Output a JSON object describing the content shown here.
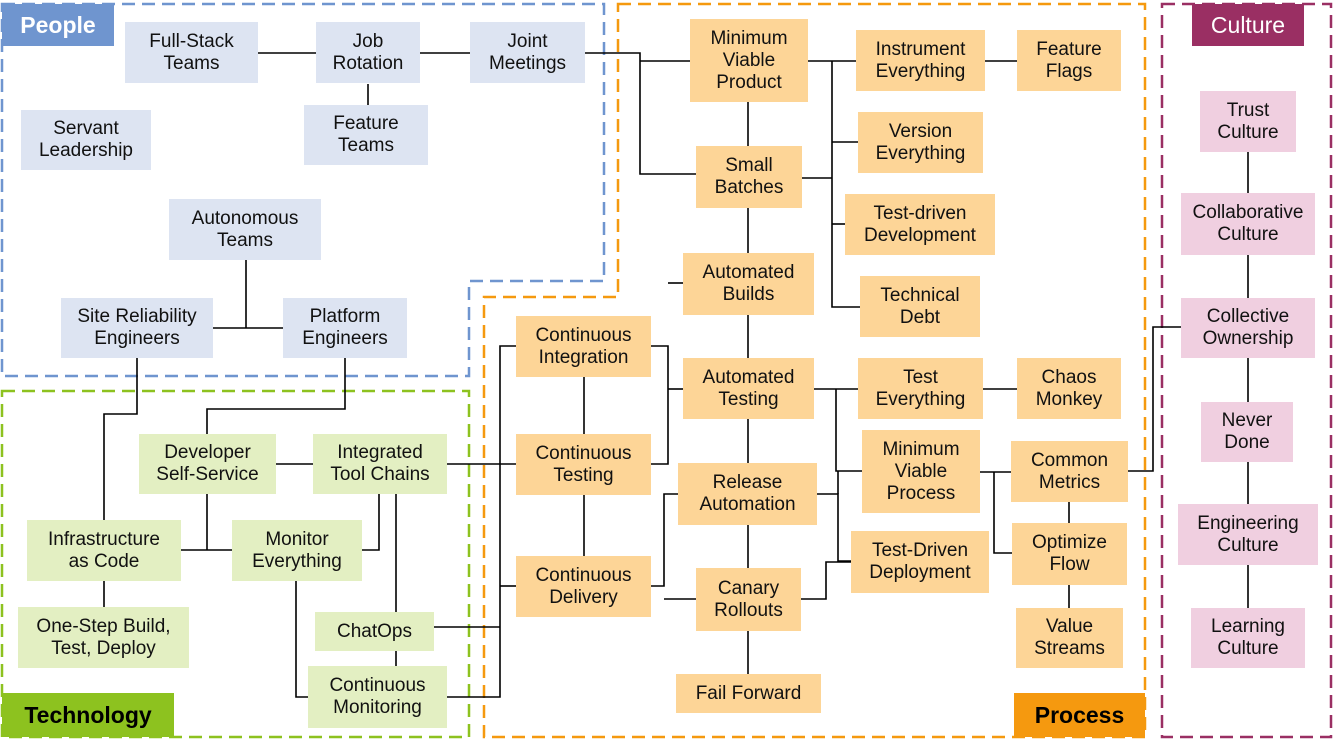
{
  "regions": {
    "people": "People",
    "technology": "Technology",
    "process": "Process",
    "culture": "Culture"
  },
  "colors": {
    "people": "#6f95cf",
    "technology": "#8dc21f",
    "process": "#f5990f",
    "culture": "#9a2f63"
  },
  "nodes": {
    "full_stack_teams": "Full-Stack\nTeams",
    "job_rotation": "Job\nRotation",
    "joint_meetings": "Joint\nMeetings",
    "feature_teams": "Feature\nTeams",
    "servant_leadership": "Servant\nLeadership",
    "autonomous_teams": "Autonomous\nTeams",
    "site_reliability_engineers": "Site Reliability\nEngineers",
    "platform_engineers": "Platform\nEngineers",
    "developer_self_service": "Developer\nSelf-Service",
    "integrated_tool_chains": "Integrated\nTool Chains",
    "infrastructure_as_code": "Infrastructure\nas Code",
    "monitor_everything": "Monitor\nEverything",
    "one_step_build": "One-Step Build,\nTest, Deploy",
    "chatops": "ChatOps",
    "continuous_monitoring": "Continuous\nMonitoring",
    "minimum_viable_product": "Minimum\nViable\nProduct",
    "small_batches": "Small\nBatches",
    "automated_builds": "Automated\nBuilds",
    "automated_testing": "Automated\nTesting",
    "release_automation": "Release\nAutomation",
    "canary_rollouts": "Canary\nRollouts",
    "fail_forward": "Fail Forward",
    "continuous_integration": "Continuous\nIntegration",
    "continuous_testing": "Continuous\nTesting",
    "continuous_delivery": "Continuous\nDelivery",
    "instrument_everything": "Instrument\nEverything",
    "feature_flags": "Feature\nFlags",
    "version_everything": "Version\nEverything",
    "test_driven_development": "Test-driven\nDevelopment",
    "technical_debt": "Technical\nDebt",
    "test_everything": "Test\nEverything",
    "chaos_monkey": "Chaos\nMonkey",
    "minimum_viable_process": "Minimum\nViable\nProcess",
    "common_metrics": "Common\nMetrics",
    "test_driven_deployment": "Test-Driven\nDeployment",
    "optimize_flow": "Optimize\nFlow",
    "value_streams": "Value\nStreams",
    "trust_culture": "Trust\nCulture",
    "collaborative_culture": "Collaborative\nCulture",
    "collective_ownership": "Collective\nOwnership",
    "never_done": "Never\nDone",
    "engineering_culture": "Engineering\nCulture",
    "learning_culture": "Learning\nCulture"
  }
}
